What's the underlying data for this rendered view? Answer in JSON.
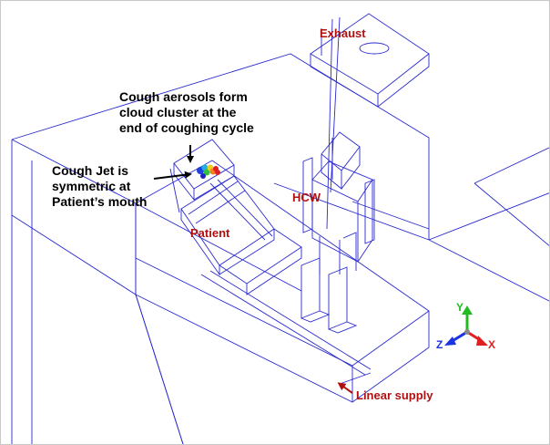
{
  "labels": {
    "exhaust": "Exhaust",
    "hcw": "HCW",
    "patient": "Patient",
    "linear_supply": "Linear supply",
    "cough_cloud_lines": [
      "Cough aerosols form",
      "cloud cluster at the",
      "end of coughing cycle"
    ],
    "cough_jet_lines": [
      "Cough Jet is",
      "symmetric at",
      "Patient’s mouth"
    ]
  },
  "axes": {
    "y": "Y",
    "z": "Z",
    "x": "X"
  },
  "colors": {
    "wireframe": "#2a2acf",
    "label_red": "#b01010",
    "annotation": "#000000",
    "axis_y": "#22bb22",
    "axis_z": "#1c34e0",
    "axis_x": "#e02020"
  }
}
